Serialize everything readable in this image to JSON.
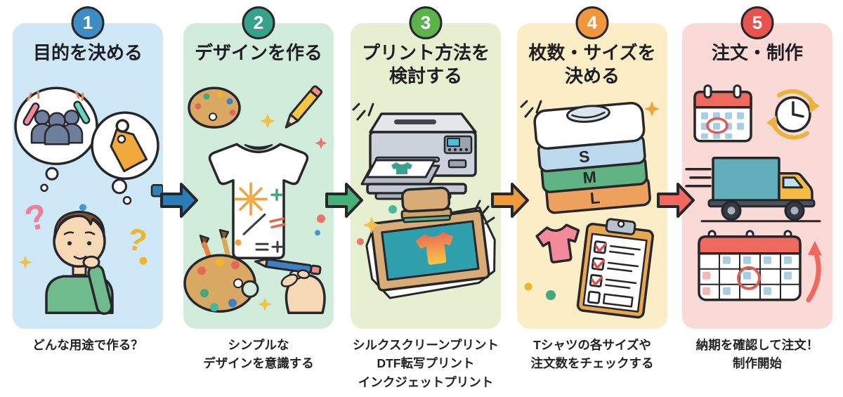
{
  "page": {
    "background": "#ffffff",
    "outline_color": "#26262b"
  },
  "steps": [
    {
      "number": "1",
      "title": "目的を決める",
      "caption": "どんな用途で作る？",
      "badge_color": "#3d8cc4",
      "card_color": "#cfe8f7",
      "illustration": "person-thinking-with-idea-bubbles",
      "icons": [
        "thought-bubble-crowd-icon",
        "price-tag-icon",
        "question-mark-icon",
        "thinking-person-icon",
        "sparkle-icon"
      ]
    },
    {
      "number": "2",
      "title": "デザインを作る",
      "caption": "シンプルな\nデザインを意識する",
      "badge_color": "#36a289",
      "card_color": "#d2ecdc",
      "illustration": "tshirt-design-with-palette-and-hand",
      "icons": [
        "paint-palette-icon",
        "pencil-icon",
        "tshirt-icon",
        "paintbrush-icon",
        "hand-drawing-icon",
        "sparkle-icon"
      ]
    },
    {
      "number": "3",
      "title": "プリント方法を\n検討する",
      "caption": "シルクスクリーンプリント\nDTF転写プリント\nインクジェットプリント",
      "badge_color": "#5cb34c",
      "card_color": "#e6efcf",
      "illustration": "printer-and-silkscreen-frame",
      "icons": [
        "inkjet-printer-icon",
        "silkscreen-frame-icon",
        "squeegee-icon",
        "sparkle-icon"
      ]
    },
    {
      "number": "4",
      "title": "枚数・サイズを\n決める",
      "caption": "Tシャツの各サイズや\n注文数をチェックする",
      "badge_color": "#f0963c",
      "card_color": "#fbeec6",
      "illustration": "folded-shirt-stack-and-checklist",
      "size_labels": [
        "S",
        "M",
        "L"
      ],
      "icons": [
        "folded-shirts-icon",
        "pink-tshirt-icon",
        "checklist-clipboard-icon",
        "sparkle-icon"
      ]
    },
    {
      "number": "5",
      "title": "注文・制作",
      "caption": "納期を確認して注文！\n制作開始",
      "badge_color": "#e9534f",
      "card_color": "#f9dad6",
      "illustration": "order-delivery-schedule",
      "icons": [
        "calendar-icon",
        "clock-rotation-icon",
        "delivery-truck-icon",
        "calendar-icon",
        "up-arrow-icon"
      ]
    }
  ],
  "arrows": [
    {
      "direction": "right",
      "color": "#2b7db8"
    },
    {
      "direction": "right",
      "color": "#44b277"
    },
    {
      "direction": "right",
      "color": "#f09a3a"
    },
    {
      "direction": "right",
      "color": "#f2685f"
    }
  ]
}
